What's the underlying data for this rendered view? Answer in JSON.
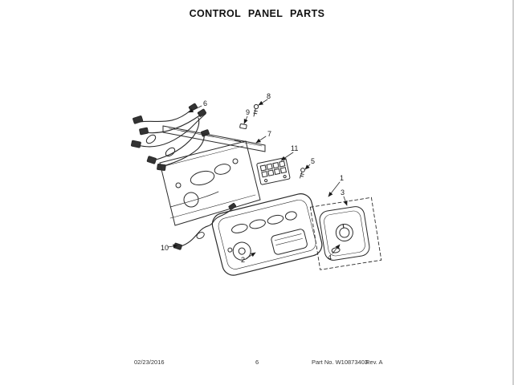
{
  "page": {
    "title": "CONTROL PANEL PARTS"
  },
  "footer": {
    "date": "02/23/2016",
    "page_number": "6",
    "part_no": "Part No. W10873403",
    "revision": "Rev. A"
  },
  "diagram": {
    "ink_color": "#2a2a2a",
    "callouts": [
      {
        "label": "1"
      },
      {
        "label": "2"
      },
      {
        "label": "3"
      },
      {
        "label": "4"
      },
      {
        "label": "5"
      },
      {
        "label": "6"
      },
      {
        "label": "7"
      },
      {
        "label": "8"
      },
      {
        "label": "9"
      },
      {
        "label": "10"
      },
      {
        "label": "11"
      }
    ]
  }
}
